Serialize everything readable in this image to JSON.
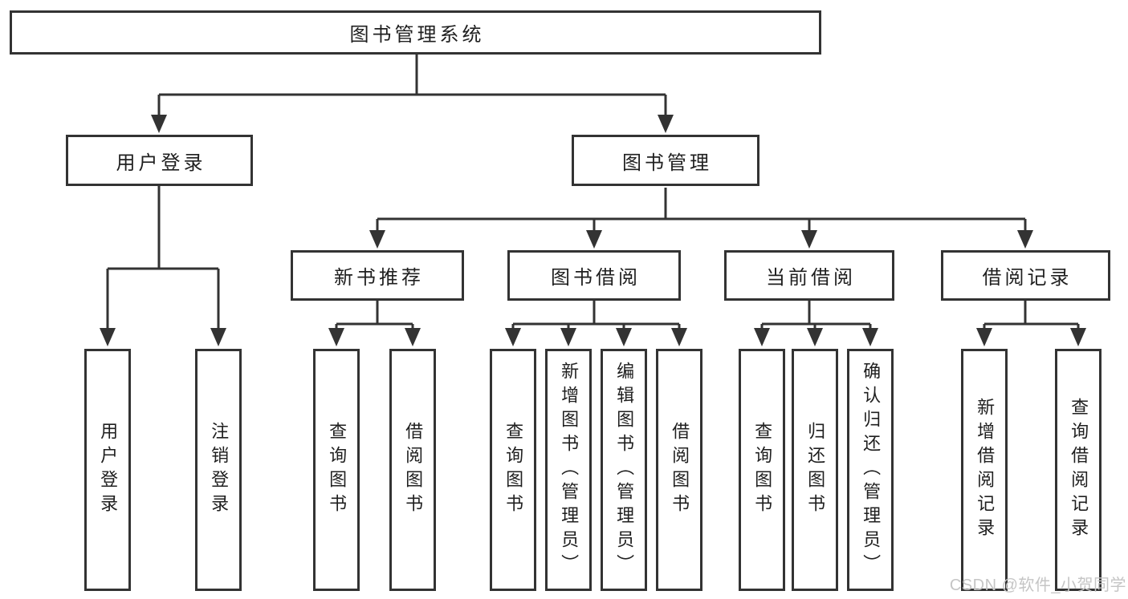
{
  "colors": {
    "line": "#333333",
    "box_border": "#333333",
    "text": "#1f1f1f",
    "watermark": "#c5c5c5",
    "background": "#ffffff"
  },
  "tree": {
    "root": "图书管理系统",
    "branches": [
      {
        "label": "用户登录",
        "leaves": [
          "用户登录",
          "注销登录"
        ]
      },
      {
        "label": "图书管理",
        "groups": [
          {
            "label": "新书推荐",
            "leaves": [
              "查询图书",
              "借阅图书"
            ]
          },
          {
            "label": "图书借阅",
            "leaves": [
              "查询图书",
              "新增图书（管理员）",
              "编辑图书（管理员）",
              "借阅图书"
            ]
          },
          {
            "label": "当前借阅",
            "leaves": [
              "查询图书",
              "归还图书",
              "确认归还（管理员）"
            ]
          },
          {
            "label": "借阅记录",
            "leaves": [
              "新增借阅记录",
              "查询借阅记录"
            ]
          }
        ]
      }
    ]
  },
  "watermark": "CSDN @软件_小贺同学"
}
